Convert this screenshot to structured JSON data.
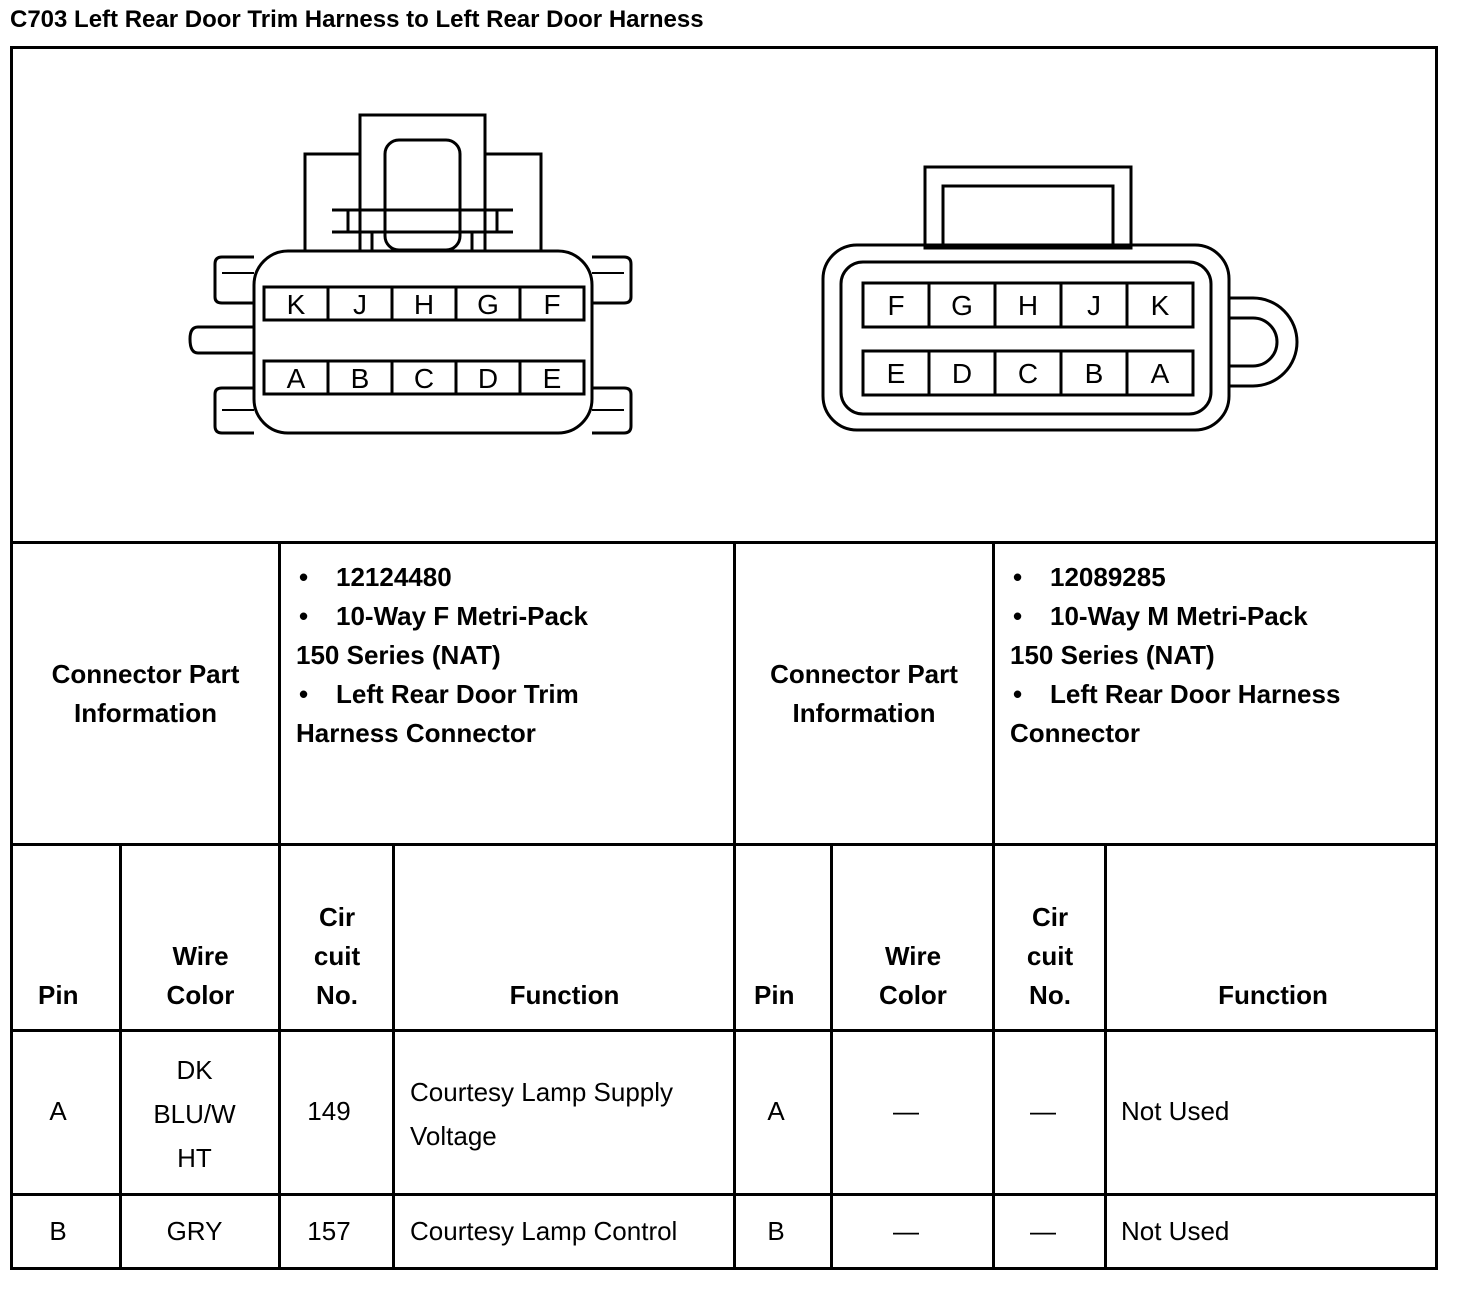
{
  "title": "C703 Left Rear Door Trim Harness to Left Rear Door Harness",
  "left_connector": {
    "top_pins": [
      "K",
      "J",
      "H",
      "G",
      "F"
    ],
    "bottom_pins": [
      "A",
      "B",
      "C",
      "D",
      "E"
    ],
    "info_label": "Connector Part Information",
    "info_bullets": [
      "12124480",
      "10-Way F Metri-Pack",
      "150 Series (NAT)",
      "Left Rear Door Trim",
      "Harness Connector"
    ]
  },
  "right_connector": {
    "top_pins": [
      "F",
      "G",
      "H",
      "J",
      "K"
    ],
    "bottom_pins": [
      "E",
      "D",
      "C",
      "B",
      "A"
    ],
    "info_label": "Connector Part Information",
    "info_bullets": [
      "12089285",
      "10-Way M Metri-Pack",
      "150 Series (NAT)",
      "Left Rear Door Harness",
      "Connector"
    ]
  },
  "headers": {
    "pin": "Pin",
    "wire_color_1": "Wire",
    "wire_color_2": "Color",
    "circuit_1": "Cir",
    "circuit_2": "cuit",
    "circuit_3": "No.",
    "function": "Function"
  },
  "rows": [
    {
      "left": {
        "pin": "A",
        "wire": [
          "DK",
          "BLU/W",
          "HT"
        ],
        "circuit": "149",
        "function": [
          "Courtesy Lamp Supply",
          "Voltage"
        ]
      },
      "right": {
        "pin": "A",
        "wire": "—",
        "circuit": "—",
        "function": "Not Used"
      }
    },
    {
      "left": {
        "pin": "B",
        "wire": [
          "GRY"
        ],
        "circuit": "157",
        "function": [
          "Courtesy Lamp Control"
        ]
      },
      "right": {
        "pin": "B",
        "wire": "—",
        "circuit": "—",
        "function": "Not Used"
      }
    }
  ]
}
